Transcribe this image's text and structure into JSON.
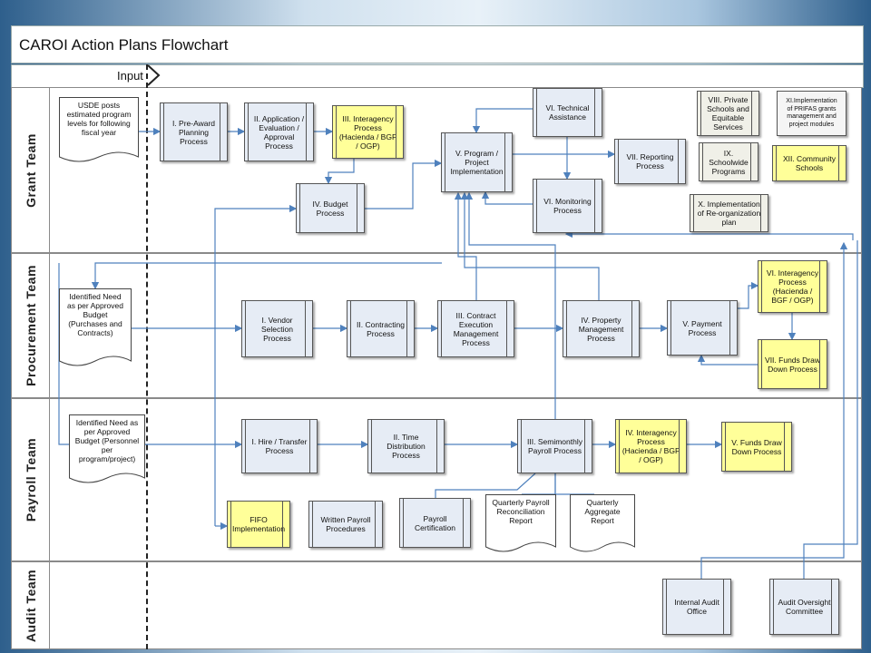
{
  "title": "CAROI Action Plans Flowchart",
  "input_label": "Input",
  "lanes": {
    "grant": "Grant Team",
    "procurement": "Procurement Team",
    "payroll": "Payroll Team",
    "audit": "Audit Team"
  },
  "grant": {
    "usde_doc": "USDE posts estimated program levels for following fiscal year",
    "pre_award": "I. Pre-Award Planning Process",
    "application": "II. Application / Evaluation / Approval Process",
    "interagency": "III. Interagency Process (Hacienda / BGF / OGP)",
    "budget": "IV. Budget Process",
    "program": "V. Program / Project Implementation",
    "technical": "VI. Technical Assistance",
    "monitoring": "VI. Monitoring Process",
    "reporting": "VII. Reporting Process",
    "private_schools": "VIII. Private Schools and Equitable Services",
    "schoolwide": "IX. Schoolwide Programs",
    "reorganization": "X. Implementation of Re-organization plan",
    "prifas": "XI.Implementation of PRIFAS grants management and project modules",
    "community": "XII. Community Schools"
  },
  "procurement": {
    "need_doc": "Identified Need as per Approved Budget (Purchases and Contracts)",
    "vendor": "I. Vendor Selection Process",
    "contracting": "II. Contracting Process",
    "contract_exec": "III. Contract Execution Management Process",
    "property": "IV. Property Management Process",
    "payment": "V. Payment Process",
    "interagency": "VI. Interagency Process (Hacienda / BGF / OGP)",
    "funds_draw": "VII. Funds Draw Down Process"
  },
  "payroll": {
    "need_doc": "Identified Need as per Approved Budget (Personnel per program/project)",
    "hire": "I. Hire / Transfer Process",
    "time_dist": "II. Time Distribution Process",
    "semimonthly": "III. Semimonthly Payroll Process",
    "interagency": "IV. Interagency Process (Hacienda / BGF / OGP)",
    "funds_draw": "V. Funds Draw Down Process",
    "fifo": "FIFO Implementation",
    "written": "Written Payroll Procedures",
    "certification": "Payroll Certification",
    "quarterly_recon": "Quarterly Payroll Reconciliation Report",
    "quarterly_agg": "Quarterly Aggregate Report"
  },
  "audit": {
    "internal": "Internal Audit Office",
    "oversight": "Audit Oversight Committee"
  },
  "colors": {
    "process": "#e6ecf5",
    "highlight": "#ffff99",
    "initiative": "#f0f0e8",
    "connector": "#4f81bd"
  }
}
